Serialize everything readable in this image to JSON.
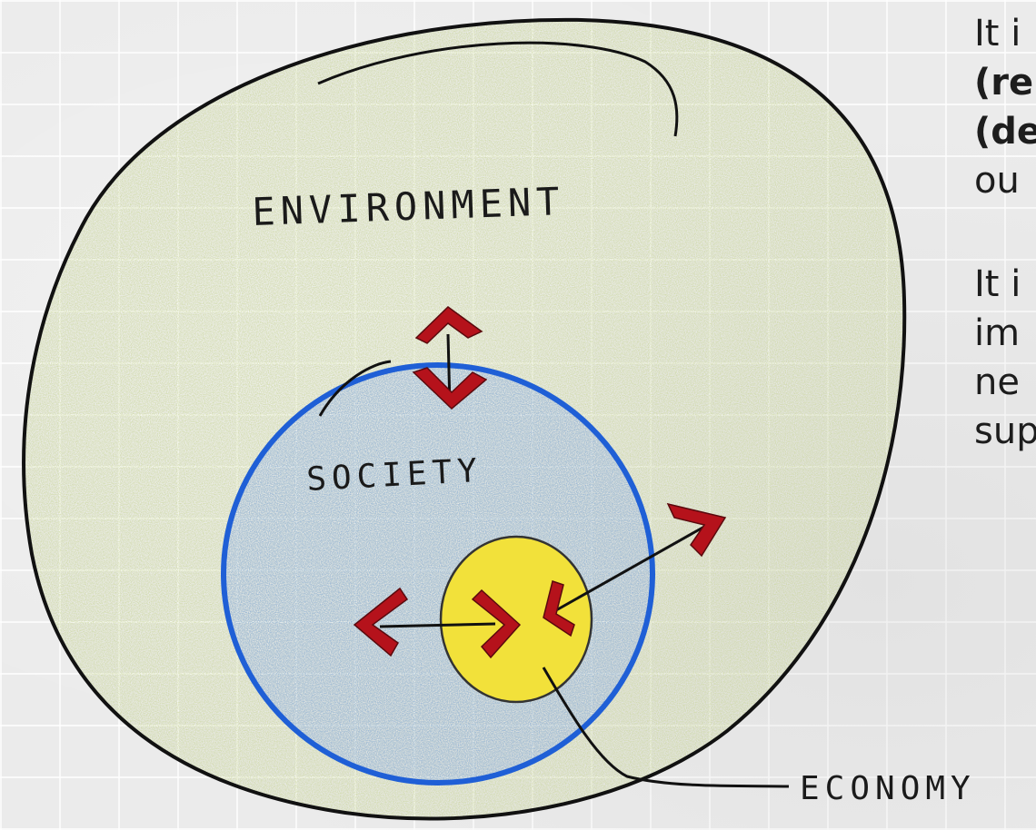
{
  "diagram": {
    "labels": {
      "environment": "ENVIRONMENT",
      "society": "SOCIETY",
      "economy": "ECONOMY"
    },
    "colors": {
      "environment_fill": "#c9d59a",
      "environment_stroke": "#111111",
      "society_fill": "#8fb0e6",
      "society_stroke": "#1f5fd6",
      "economy_fill": "#f2e13a",
      "arrow": "#b5121b"
    }
  },
  "side_text": {
    "paragraph1": [
      "It i",
      "(re",
      "(de",
      "ou"
    ],
    "paragraph2": [
      "It i",
      "im",
      "ne",
      "sup"
    ]
  }
}
